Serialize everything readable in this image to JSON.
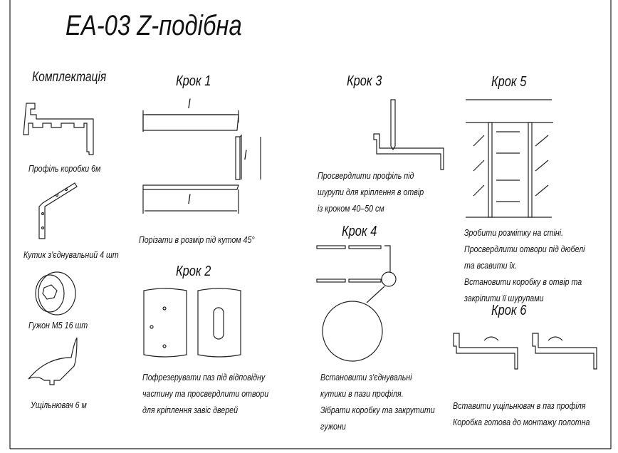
{
  "title": "EA-03 Z-подібна",
  "kit": {
    "heading": "Комплектація",
    "items": [
      {
        "label": "Профіль коробки 6м"
      },
      {
        "label": "Кутик з'єднувальний 4 шт"
      },
      {
        "label": "Гужон М5  16 шт"
      },
      {
        "label": "Ущільнювач 6 м"
      }
    ]
  },
  "steps": [
    {
      "title": "Крок 1",
      "lines": [
        "Порізати в розмір під кутом 45°"
      ],
      "dim_label": "l"
    },
    {
      "title": "Крок 2",
      "lines": [
        "Пофрезерувати паз під відповідну",
        "частину та просвердлити отвори",
        "для кріплення завіс дверей"
      ]
    },
    {
      "title": "Крок 3",
      "lines": [
        "Просвердлити профіль під",
        "шурупи для кріплення в отвір",
        "із кроком 40–50 см"
      ]
    },
    {
      "title": "Крок 4",
      "lines": [
        "Встановити з'єднувальні",
        "кутики в пази профіля.",
        "Зібрати коробку та закрутити",
        "гужони"
      ]
    },
    {
      "title": "Крок 5",
      "lines": [
        "Зробити розмітку на стіні.",
        "Просвердлити отвори під дюбелі",
        "та всавити їх.",
        "Встановити коробку в отвір та",
        "закріпити її шурупами"
      ]
    },
    {
      "title": "Крок 6",
      "lines": [
        "Вставити ущільнювач в паз профіля",
        "Коробка готова до монтажу полотна"
      ]
    }
  ]
}
